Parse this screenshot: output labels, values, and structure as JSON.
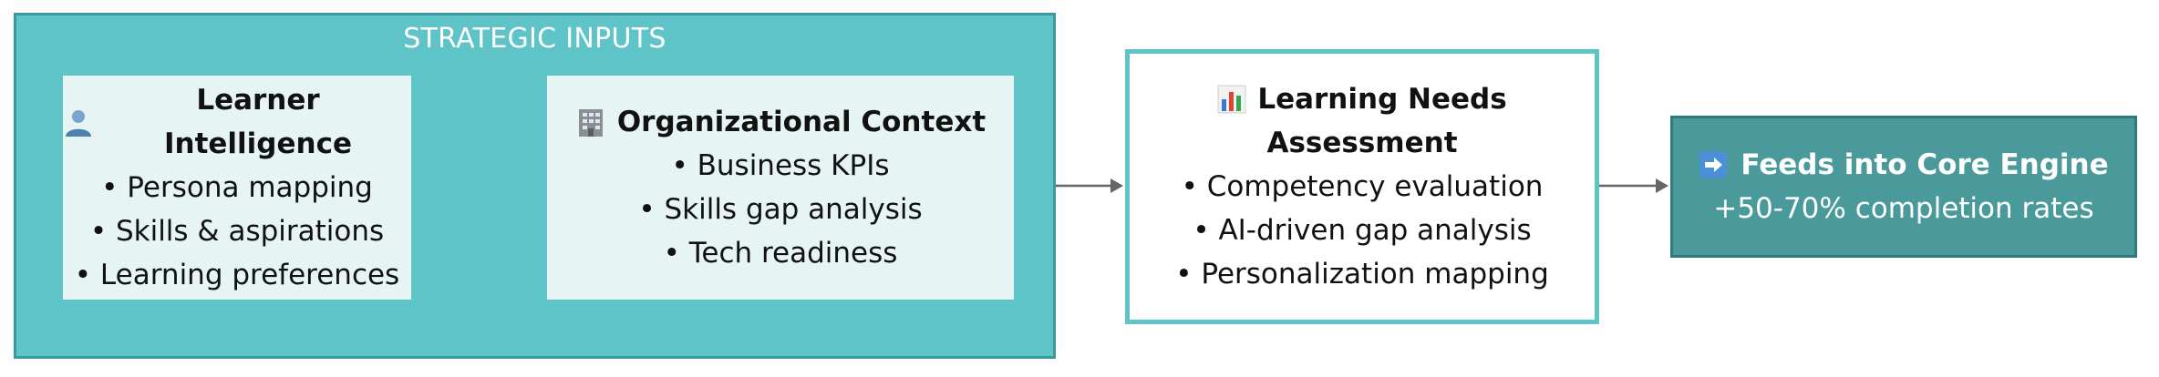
{
  "strategic_inputs": {
    "title": "STRATEGIC INPUTS",
    "learner_intelligence": {
      "icon": "person-icon",
      "title": "Learner Intelligence",
      "items": [
        "• Persona mapping",
        "• Skills & aspirations",
        "• Learning preferences"
      ]
    },
    "organizational_context": {
      "icon": "office-building-icon",
      "title": "Organizational Context",
      "items": [
        "• Business KPIs",
        "• Skills gap analysis",
        "• Tech readiness"
      ]
    }
  },
  "learning_needs": {
    "icon": "bar-chart-icon",
    "title_line1": "Learning Needs",
    "title_line2": "Assessment",
    "items": [
      "• Competency evaluation",
      "• AI-driven gap analysis",
      "• Personalization mapping"
    ]
  },
  "core_engine": {
    "icon": "right-arrow-icon",
    "title": "Feeds into Core Engine",
    "subtitle": "+50-70% completion rates"
  },
  "colors": {
    "group_fill": "#5fc4c8",
    "group_border": "#3a9aa0",
    "card_fill": "#e6f5f4",
    "feeds_fill": "#4a9a9c",
    "arrow": "#666666"
  }
}
